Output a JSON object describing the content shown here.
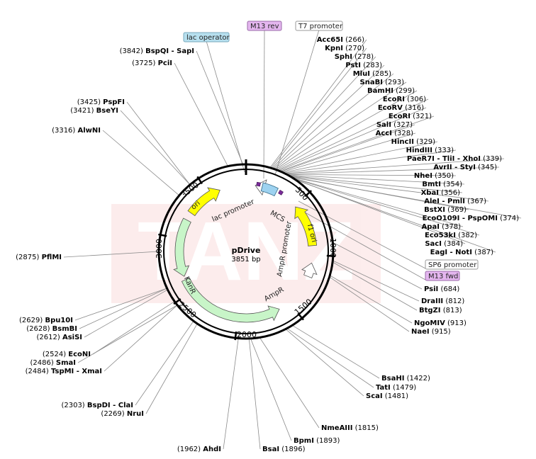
{
  "plasmid": {
    "name": "pDrive",
    "size": "3851 bp"
  },
  "watermark": "TANZ",
  "features": [
    {
      "name": "ori",
      "color": "#ffff00"
    },
    {
      "name": "lac promoter"
    },
    {
      "name": "MCS",
      "color": "#9dd2f0"
    },
    {
      "name": "f1 ori",
      "color": "#ffff00"
    },
    {
      "name": "AmpR promoter"
    },
    {
      "name": "AmpR",
      "color": "#c8f5c8"
    },
    {
      "name": "KanR",
      "color": "#c8f5c8"
    }
  ],
  "scale_ticks": [
    "500",
    "1000",
    "1500",
    "2000",
    "2500",
    "3000",
    "3500"
  ],
  "callouts": [
    {
      "text": "lac operator",
      "fill": "#b7e0ef",
      "stroke": "#7aa9bd"
    },
    {
      "text": "M13 rev",
      "fill": "#e4b6ef",
      "stroke": "#9a6aa8"
    },
    {
      "text": "T7 promoter",
      "fill": "#ffffff",
      "stroke": "#9a9a9a"
    },
    {
      "text": "SP6 promoter",
      "fill": "#ffffff",
      "stroke": "#9a9a9a"
    },
    {
      "text": "M13 fwd",
      "fill": "#e4b6ef",
      "stroke": "#9a6aa8"
    }
  ],
  "sites_right": [
    {
      "name": "Acc65I",
      "pos": "(266)"
    },
    {
      "name": "KpnI",
      "pos": "(270)"
    },
    {
      "name": "SphI",
      "pos": "(278)"
    },
    {
      "name": "PstI",
      "pos": "(283)"
    },
    {
      "name": "MluI",
      "pos": "(285)"
    },
    {
      "name": "SnaBI",
      "pos": "(293)"
    },
    {
      "name": "BamHI",
      "pos": "(299)"
    },
    {
      "name": "EcoRI",
      "pos": "(306)"
    },
    {
      "name": "EcoRV",
      "pos": "(316)"
    },
    {
      "name": "EcoRI",
      "pos": "(321)"
    },
    {
      "name": "SalI",
      "pos": "(327)"
    },
    {
      "name": "AccI",
      "pos": "(328)"
    },
    {
      "name": "HincII",
      "pos": "(329)"
    },
    {
      "name": "HindIII",
      "pos": "(333)"
    },
    {
      "name": "PaeR7I - TliI - XhoI",
      "pos": "(339)"
    },
    {
      "name": "AvrII - StyI",
      "pos": "(345)"
    },
    {
      "name": "NheI",
      "pos": "(350)"
    },
    {
      "name": "BmtI",
      "pos": "(354)"
    },
    {
      "name": "XbaI",
      "pos": "(356)"
    },
    {
      "name": "AleI - PmlI",
      "pos": "(367)"
    },
    {
      "name": "BstXI",
      "pos": "(369)"
    },
    {
      "name": "EcoO109I - PspOMI",
      "pos": "(374)"
    },
    {
      "name": "ApaI",
      "pos": "(378)"
    },
    {
      "name": "Eco53kI",
      "pos": "(382)"
    },
    {
      "name": "SacI",
      "pos": "(384)"
    },
    {
      "name": "EagI - NotI",
      "pos": "(387)"
    }
  ],
  "sites_right_lower": [
    {
      "name": "PsiI",
      "pos": "(684)"
    },
    {
      "name": "DraIII",
      "pos": "(812)"
    },
    {
      "name": "BtgZI",
      "pos": "(813)"
    },
    {
      "name": "NgoMIV",
      "pos": "(913)"
    },
    {
      "name": "NaeI",
      "pos": "(915)"
    },
    {
      "name": "BsaHI",
      "pos": "(1422)"
    },
    {
      "name": "TatI",
      "pos": "(1479)"
    },
    {
      "name": "ScaI",
      "pos": "(1481)"
    },
    {
      "name": "NmeAIII",
      "pos": "(1815)"
    },
    {
      "name": "BpmI",
      "pos": "(1893)"
    },
    {
      "name": "BsaI",
      "pos": "(1896)"
    }
  ],
  "sites_left": [
    {
      "name": "BspQI - SapI",
      "pos": "(3842)"
    },
    {
      "name": "PciI",
      "pos": "(3725)"
    },
    {
      "name": "PspFI",
      "pos": "(3425)"
    },
    {
      "name": "BseYI",
      "pos": "(3421)"
    },
    {
      "name": "AlwNI",
      "pos": "(3316)"
    },
    {
      "name": "PflMI",
      "pos": "(2875)"
    },
    {
      "name": "Bpu10I",
      "pos": "(2629)"
    },
    {
      "name": "BsmBI",
      "pos": "(2628)"
    },
    {
      "name": "AsiSI",
      "pos": "(2612)"
    },
    {
      "name": "EcoNI",
      "pos": "(2524)"
    },
    {
      "name": "SmaI",
      "pos": "(2486)"
    },
    {
      "name": "TspMI - XmaI",
      "pos": "(2484)"
    },
    {
      "name": "BspDI - ClaI",
      "pos": "(2303)"
    },
    {
      "name": "NruI",
      "pos": "(2269)"
    },
    {
      "name": "AhdI",
      "pos": "(1962)"
    }
  ]
}
